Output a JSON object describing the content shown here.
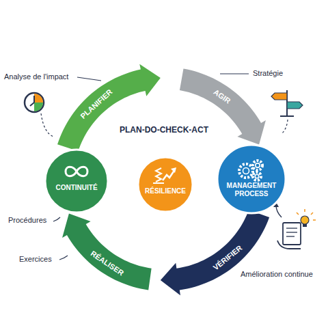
{
  "diagram": {
    "title": "PLAN-DO-CHECK-ACT",
    "nodes": [
      {
        "text": [
          "CONTINUITÉ"
        ]
      },
      {
        "text": [
          "RÉSILIENCE"
        ]
      },
      {
        "text": [
          "MANAGEMENT PROCESS"
        ]
      }
    ],
    "labels": [
      "PLANIFIER",
      "AGIR",
      "VÉRIFIER",
      "RÉALISER",
      "Analyse de l'impact",
      "Stratégie",
      "Procédures",
      "Exercices",
      "Amélioration continue"
    ]
  }
}
